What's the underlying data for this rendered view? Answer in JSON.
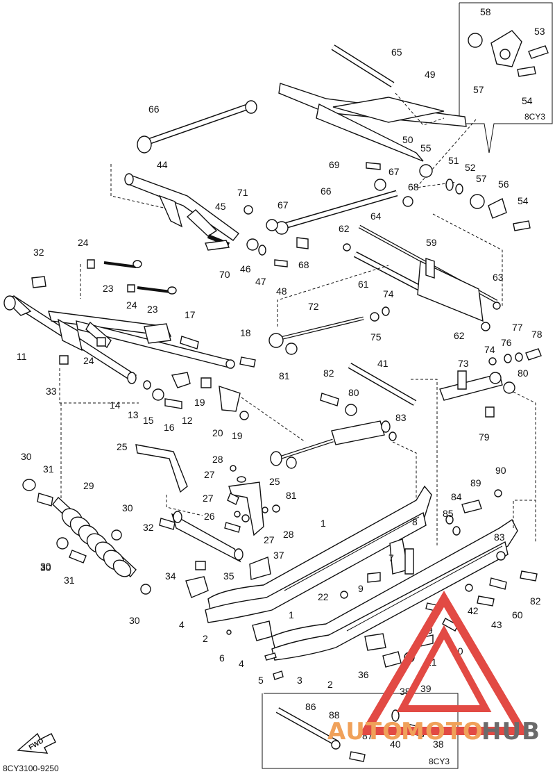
{
  "diagram": {
    "code": "8CY3100-9250",
    "fwd_label": "FWD",
    "inset_top": {
      "model": "8CY3",
      "callouts": [
        "58",
        "53",
        "57",
        "54"
      ]
    },
    "inset_bottom": {
      "model": "8CY3",
      "callouts": [
        "86",
        "88",
        "87",
        "40",
        "38"
      ]
    },
    "callouts": [
      "65",
      "49",
      "66",
      "50",
      "55",
      "69",
      "67",
      "68",
      "44",
      "71",
      "45",
      "67",
      "66",
      "46",
      "47",
      "48",
      "70",
      "68",
      "51",
      "52",
      "57",
      "56",
      "54",
      "64",
      "62",
      "59",
      "61",
      "63",
      "74",
      "75",
      "72",
      "62",
      "76",
      "77",
      "78",
      "81",
      "32",
      "24",
      "23",
      "24",
      "23",
      "17",
      "18",
      "11",
      "33",
      "24",
      "14",
      "13",
      "15",
      "16",
      "12",
      "19",
      "20",
      "19",
      "82",
      "80",
      "41",
      "83",
      "73",
      "74",
      "80",
      "79",
      "30",
      "31",
      "29",
      "30",
      "25",
      "28",
      "27",
      "25",
      "27",
      "26",
      "30",
      "32",
      "34",
      "35",
      "37",
      "28",
      "27",
      "81",
      "90",
      "89",
      "84",
      "85",
      "83",
      "1",
      "8",
      "7",
      "9",
      "22",
      "42",
      "60",
      "82",
      "43",
      "4",
      "2",
      "6",
      "4",
      "1",
      "9",
      "10",
      "21",
      "36",
      "39",
      "38",
      "5",
      "3",
      "2",
      "30",
      "31",
      "30"
    ]
  },
  "watermark": {
    "text_a": "AUTO",
    "text_b": "MOTO",
    "text_c": "HUB",
    "color_red": "#e24a44",
    "color_orange": "#f0a15a",
    "color_gray": "#6b6b6b"
  }
}
